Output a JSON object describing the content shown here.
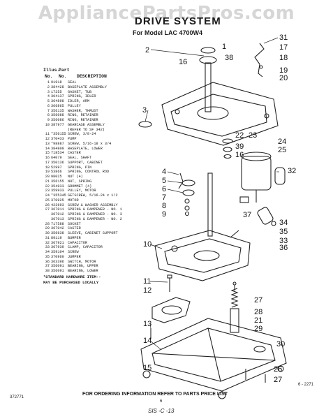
{
  "watermark": "AppliancePartsPros.com",
  "title": "DRIVE SYSTEM",
  "model": "For Model LAC 4700W4",
  "table_header": {
    "illus": "Illus.",
    "part": "Part",
    "no": "No.",
    "no2": "No.",
    "description": "DESCRIPTION"
  },
  "parts": [
    {
      "no": "1",
      "part": "91918",
      "desc": "SEAL"
    },
    {
      "no": "2",
      "part": "384428",
      "desc": "BASEPLATE ASSEMBLY"
    },
    {
      "no": "3",
      "part": "17255",
      "desc": "GASKET, TUB"
    },
    {
      "no": "4",
      "part": "304137",
      "desc": "SPRING, IDLER"
    },
    {
      "no": "5",
      "part": "364898",
      "desc": "IDLER, ARM"
    },
    {
      "no": "6",
      "part": "366865",
      "desc": "PULLEY"
    },
    {
      "no": "7",
      "part": "356135",
      "desc": "WASHER, THRUST"
    },
    {
      "no": "8",
      "part": "356088",
      "desc": "RING, RETAINER"
    },
    {
      "no": "9",
      "part": "356086",
      "desc": "RING, RETAINER"
    },
    {
      "no": "10",
      "part": "387977",
      "desc": "GEARCASE ASSEMBLY"
    },
    {
      "no": "",
      "part": "",
      "desc": "(REFER TO SF 342)"
    },
    {
      "no": "11",
      "part": "*356155",
      "desc": "SCREW, 3/8-24"
    },
    {
      "no": "12",
      "part": "370433",
      "desc": "PUMP"
    },
    {
      "no": "13",
      "part": "*98887",
      "desc": "SCREW, 5/16-18 x 3/4"
    },
    {
      "no": "14",
      "part": "384809",
      "desc": "BASEPLATE, LOWER"
    },
    {
      "no": "15",
      "part": "718534",
      "desc": "CASTER"
    },
    {
      "no": "16",
      "part": "64079",
      "desc": "SEAL, SHAFT"
    },
    {
      "no": "17",
      "part": "350136",
      "desc": "SUPPORT, CABINET"
    },
    {
      "no": "18",
      "part": "52997",
      "desc": "SPRING, PIN"
    },
    {
      "no": "19",
      "part": "53866",
      "desc": "SPRING, CONTROL ROD"
    },
    {
      "no": "20",
      "part": "98025",
      "desc": "NUT (4)"
    },
    {
      "no": "21",
      "part": "356155",
      "desc": "NUT, SPRING"
    },
    {
      "no": "22",
      "part": "354933",
      "desc": "GROMMET (4)"
    },
    {
      "no": "23",
      "part": "359933",
      "desc": "PULLEY, MOTOR"
    },
    {
      "no": "24",
      "part": "*355345",
      "desc": "SETSCREW, 5/16-24 x 1/2"
    },
    {
      "no": "25",
      "part": "370925",
      "desc": "MOTOR"
    },
    {
      "no": "26",
      "part": "423693",
      "desc": "SCREW & WASHER ASSEMBLY"
    },
    {
      "no": "27",
      "part": "367011",
      "desc": "SPRING & DAMPENER - NO. 1"
    },
    {
      "no": "",
      "part": "367012",
      "desc": "SPRING & DAMPENER - NO. 3"
    },
    {
      "no": "",
      "part": "367013",
      "desc": "SPRING & DAMPENER - NO. 2"
    },
    {
      "no": "28",
      "part": "717588",
      "desc": "SOCKET"
    },
    {
      "no": "29",
      "part": "367042",
      "desc": "CASTER"
    },
    {
      "no": "30",
      "part": "356638",
      "desc": "SLEEVE, CABINET SUPPORT"
    },
    {
      "no": "31",
      "part": "89119",
      "desc": "BUMPER"
    },
    {
      "no": "32",
      "part": "367921",
      "desc": "CAPACITOR"
    },
    {
      "no": "33",
      "part": "367930",
      "desc": "CLAMP, CAPACITOR"
    },
    {
      "no": "34",
      "part": "359104",
      "desc": "SCREW"
    },
    {
      "no": "35",
      "part": "370960",
      "desc": "JUMPER"
    },
    {
      "no": "36",
      "part": "363396",
      "desc": "SWITCH, MOTOR"
    },
    {
      "no": "37",
      "part": "356091",
      "desc": "BEARING, UPPER"
    },
    {
      "no": "38",
      "part": "356091",
      "desc": "BEARING, LOWER"
    }
  ],
  "note": [
    "*STANDARD HARDWARE ITEM--",
    "MAY BE PURCHASED LOCALLY"
  ],
  "footer": "FOR ORDERING INFORMATION REFER TO PARTS PRICE LIST",
  "figure_code": "6 - 2271",
  "doc_code": "372771",
  "page_number": "6",
  "stamp": "SIS -C -13",
  "callouts": [
    "1",
    "2",
    "3",
    "4",
    "5",
    "6",
    "7",
    "8",
    "9",
    "10",
    "11",
    "12",
    "13",
    "14",
    "15",
    "16",
    "17",
    "18",
    "19",
    "20",
    "21",
    "22",
    "23",
    "24",
    "25",
    "26",
    "27",
    "28",
    "29",
    "30",
    "31",
    "32",
    "33",
    "34",
    "35",
    "36",
    "37",
    "38",
    "39"
  ]
}
